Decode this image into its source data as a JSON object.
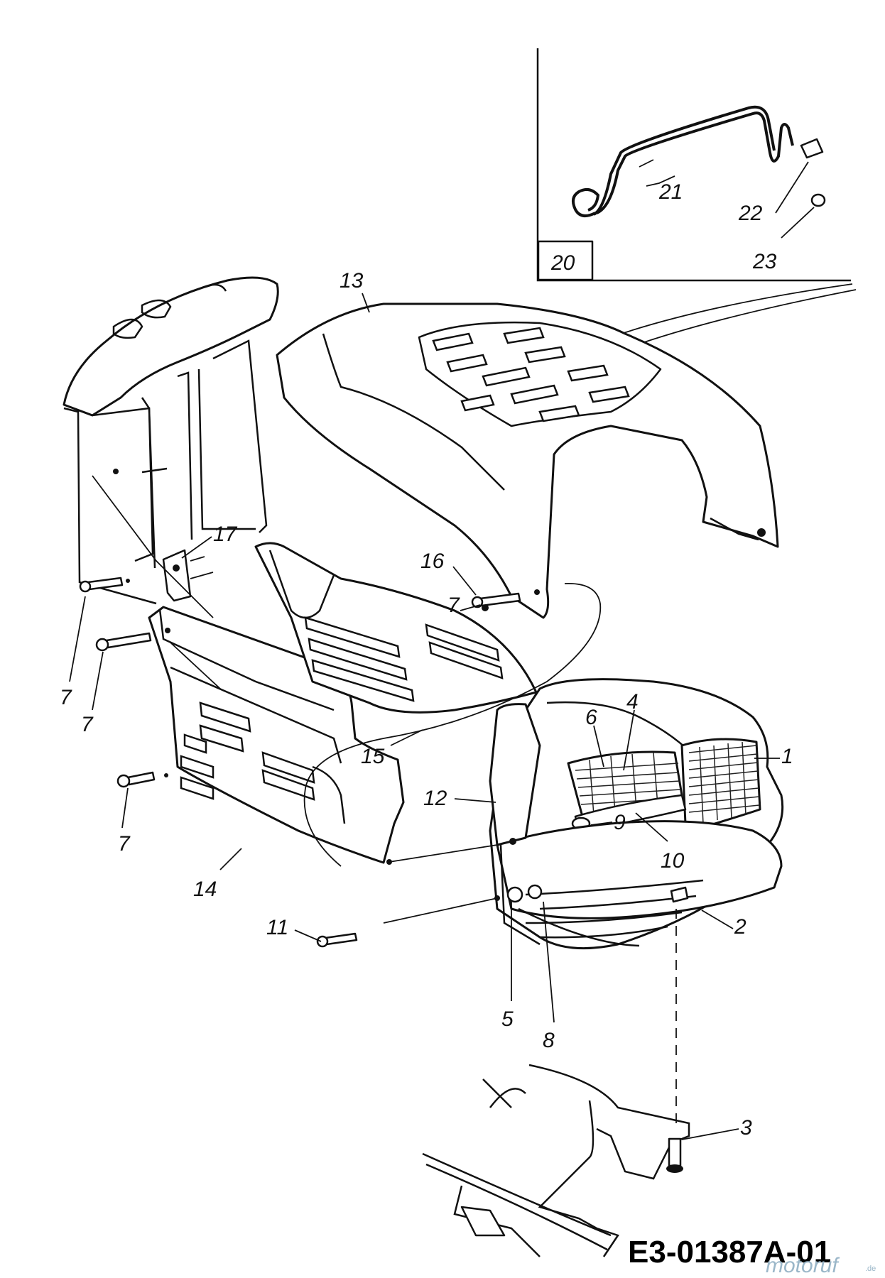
{
  "diagram": {
    "code": "E3-01387A-01",
    "watermark": "motoruf",
    "watermark_suffix": ".de",
    "callouts": [
      {
        "id": "1",
        "text": "1"
      },
      {
        "id": "2",
        "text": "2"
      },
      {
        "id": "3",
        "text": "3"
      },
      {
        "id": "4",
        "text": "4"
      },
      {
        "id": "5",
        "text": "5"
      },
      {
        "id": "6",
        "text": "6"
      },
      {
        "id": "7a",
        "text": "7"
      },
      {
        "id": "7b",
        "text": "7"
      },
      {
        "id": "7c",
        "text": "7"
      },
      {
        "id": "7d",
        "text": "7"
      },
      {
        "id": "8",
        "text": "8"
      },
      {
        "id": "9",
        "text": "9"
      },
      {
        "id": "10",
        "text": "10"
      },
      {
        "id": "11",
        "text": "11"
      },
      {
        "id": "12",
        "text": "12"
      },
      {
        "id": "13",
        "text": "13"
      },
      {
        "id": "14",
        "text": "14"
      },
      {
        "id": "15",
        "text": "15"
      },
      {
        "id": "16",
        "text": "16"
      },
      {
        "id": "17",
        "text": "17"
      },
      {
        "id": "20",
        "text": "20"
      },
      {
        "id": "21",
        "text": "21"
      },
      {
        "id": "22",
        "text": "22"
      },
      {
        "id": "23",
        "text": "23"
      }
    ]
  }
}
